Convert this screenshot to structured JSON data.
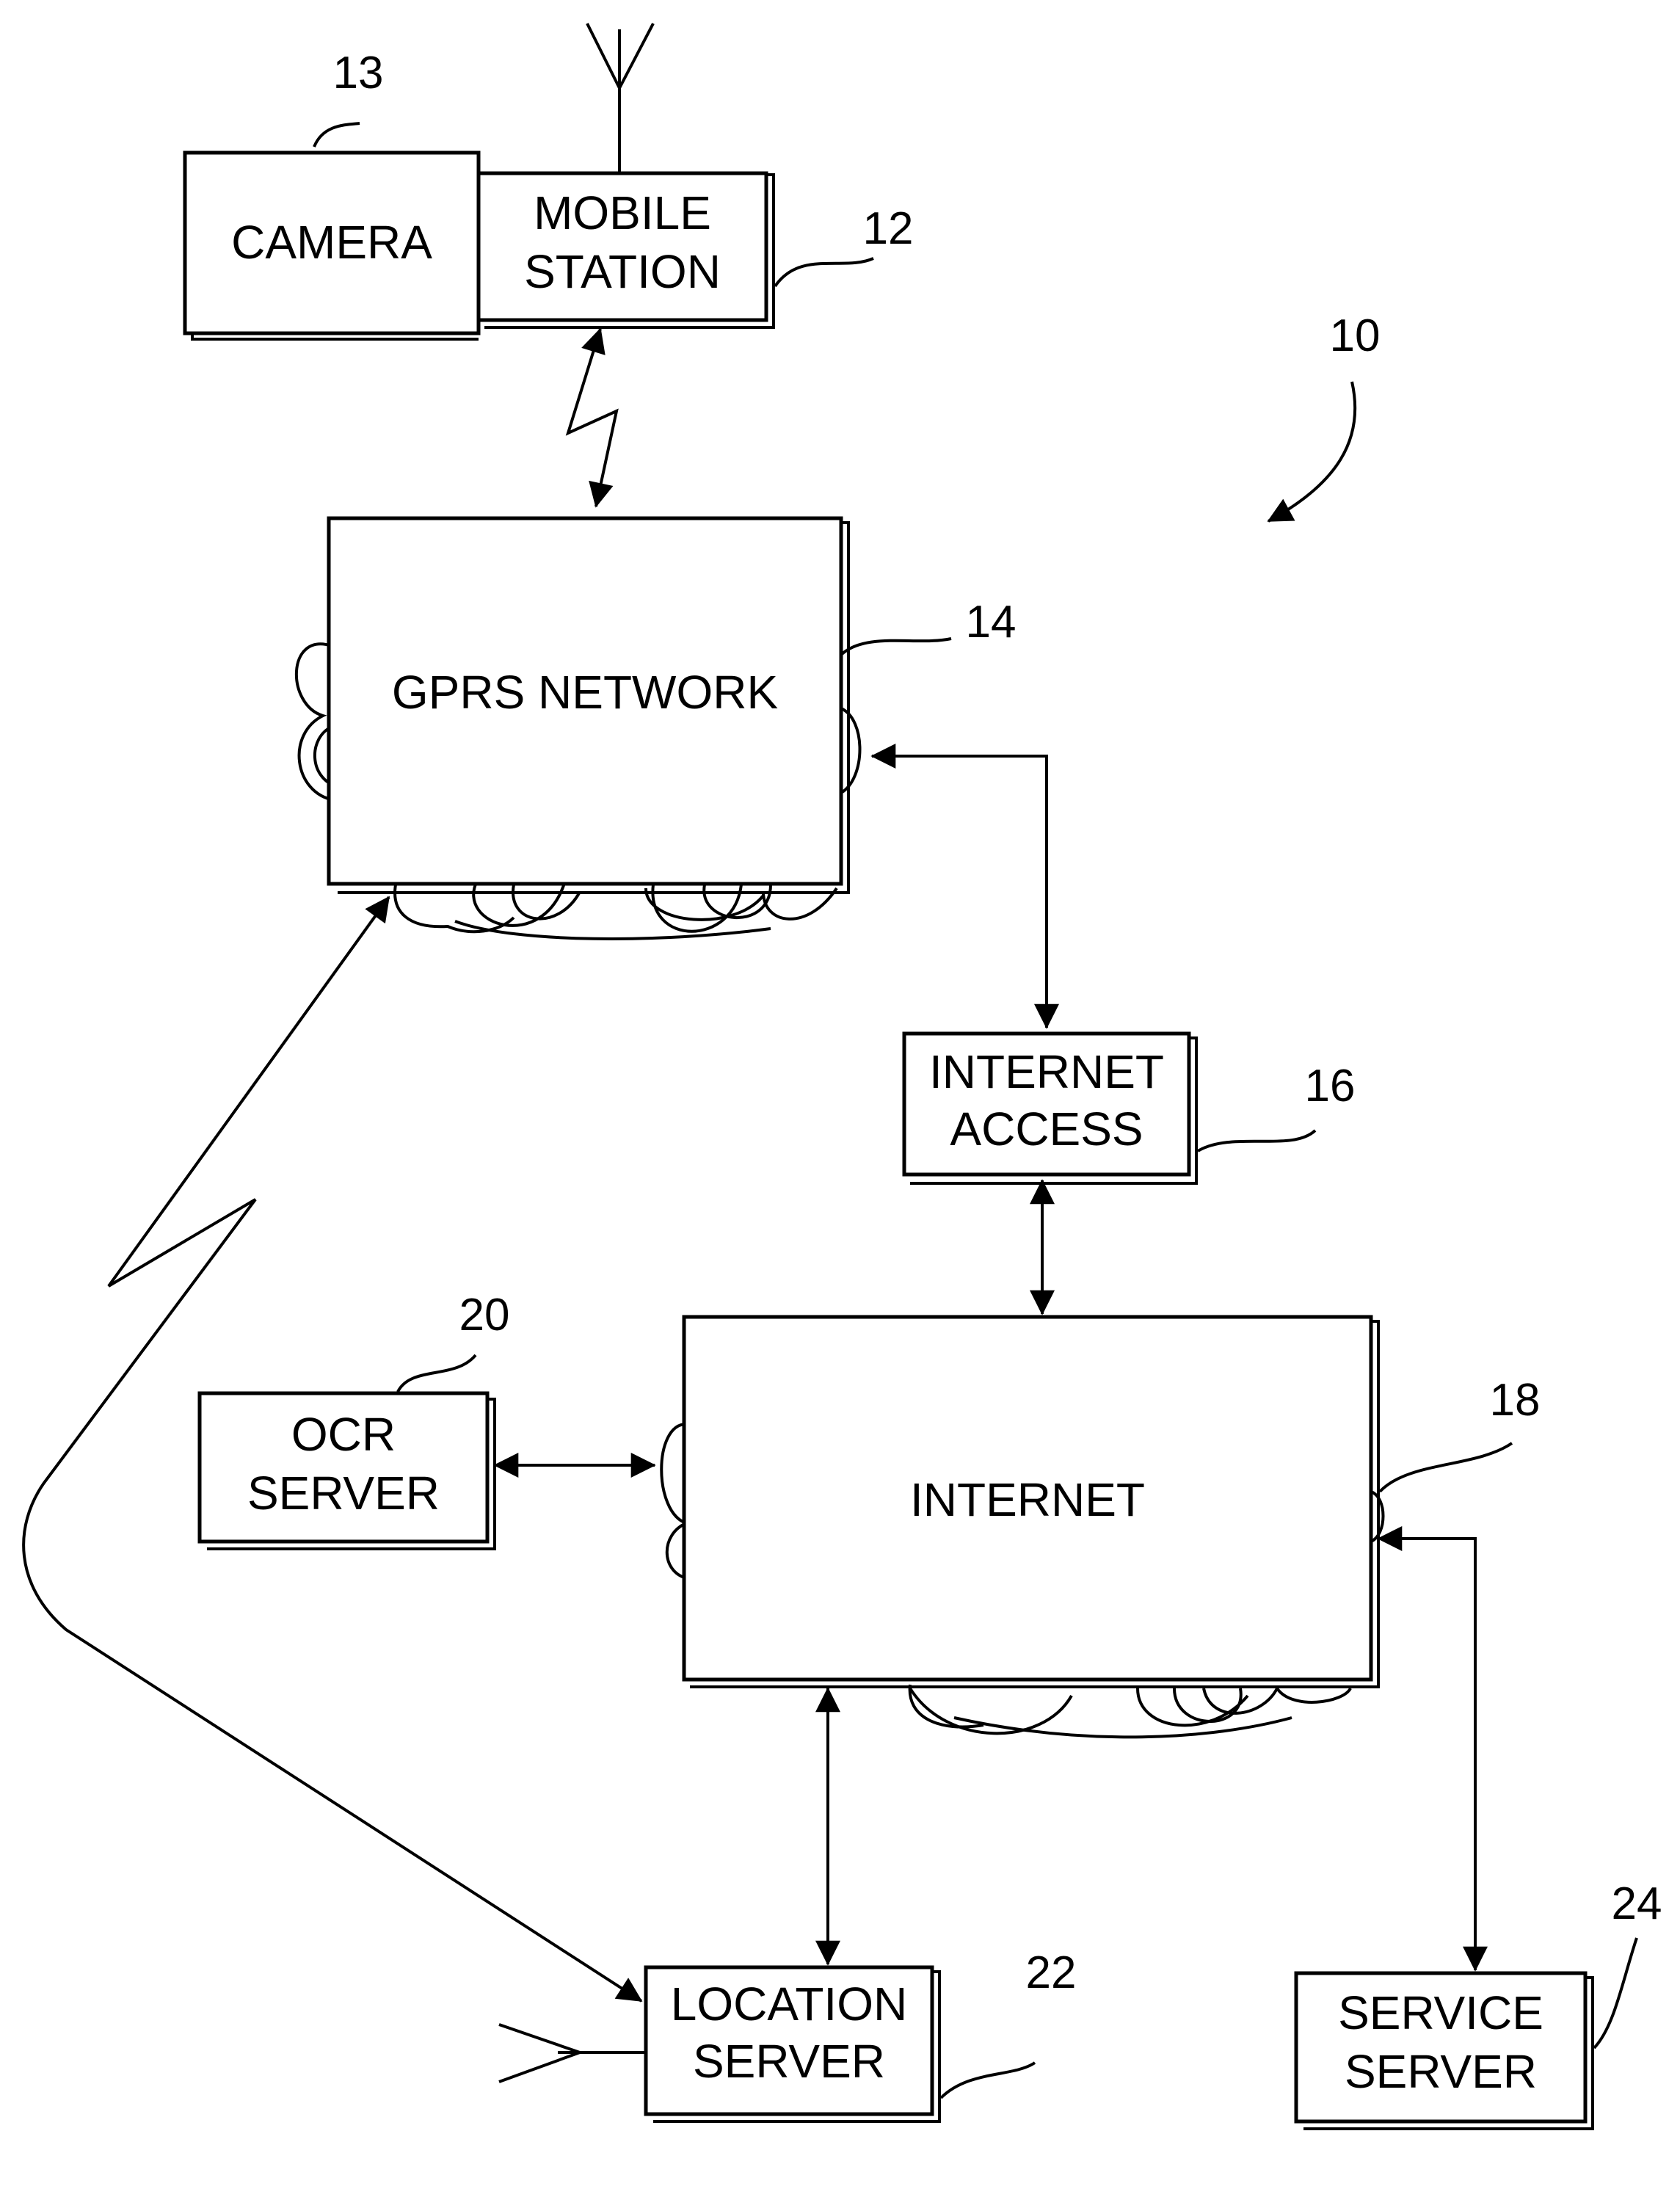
{
  "nodes": {
    "camera": {
      "label": "CAMERA",
      "ref": "13"
    },
    "mobile_station": {
      "label_line1": "MOBILE",
      "label_line2": "STATION",
      "ref": "12"
    },
    "gprs_network": {
      "label": "GPRS NETWORK",
      "ref": "14"
    },
    "internet_access": {
      "label_line1": "INTERNET",
      "label_line2": "ACCESS",
      "ref": "16"
    },
    "internet": {
      "label": "INTERNET",
      "ref": "18"
    },
    "ocr_server": {
      "label_line1": "OCR",
      "label_line2": "SERVER",
      "ref": "20"
    },
    "location_server": {
      "label_line1": "LOCATION",
      "label_line2": "SERVER",
      "ref": "22"
    },
    "service_server": {
      "label_line1": "SERVICE",
      "label_line2": "SERVER",
      "ref": "24"
    }
  },
  "system": {
    "ref": "10"
  }
}
